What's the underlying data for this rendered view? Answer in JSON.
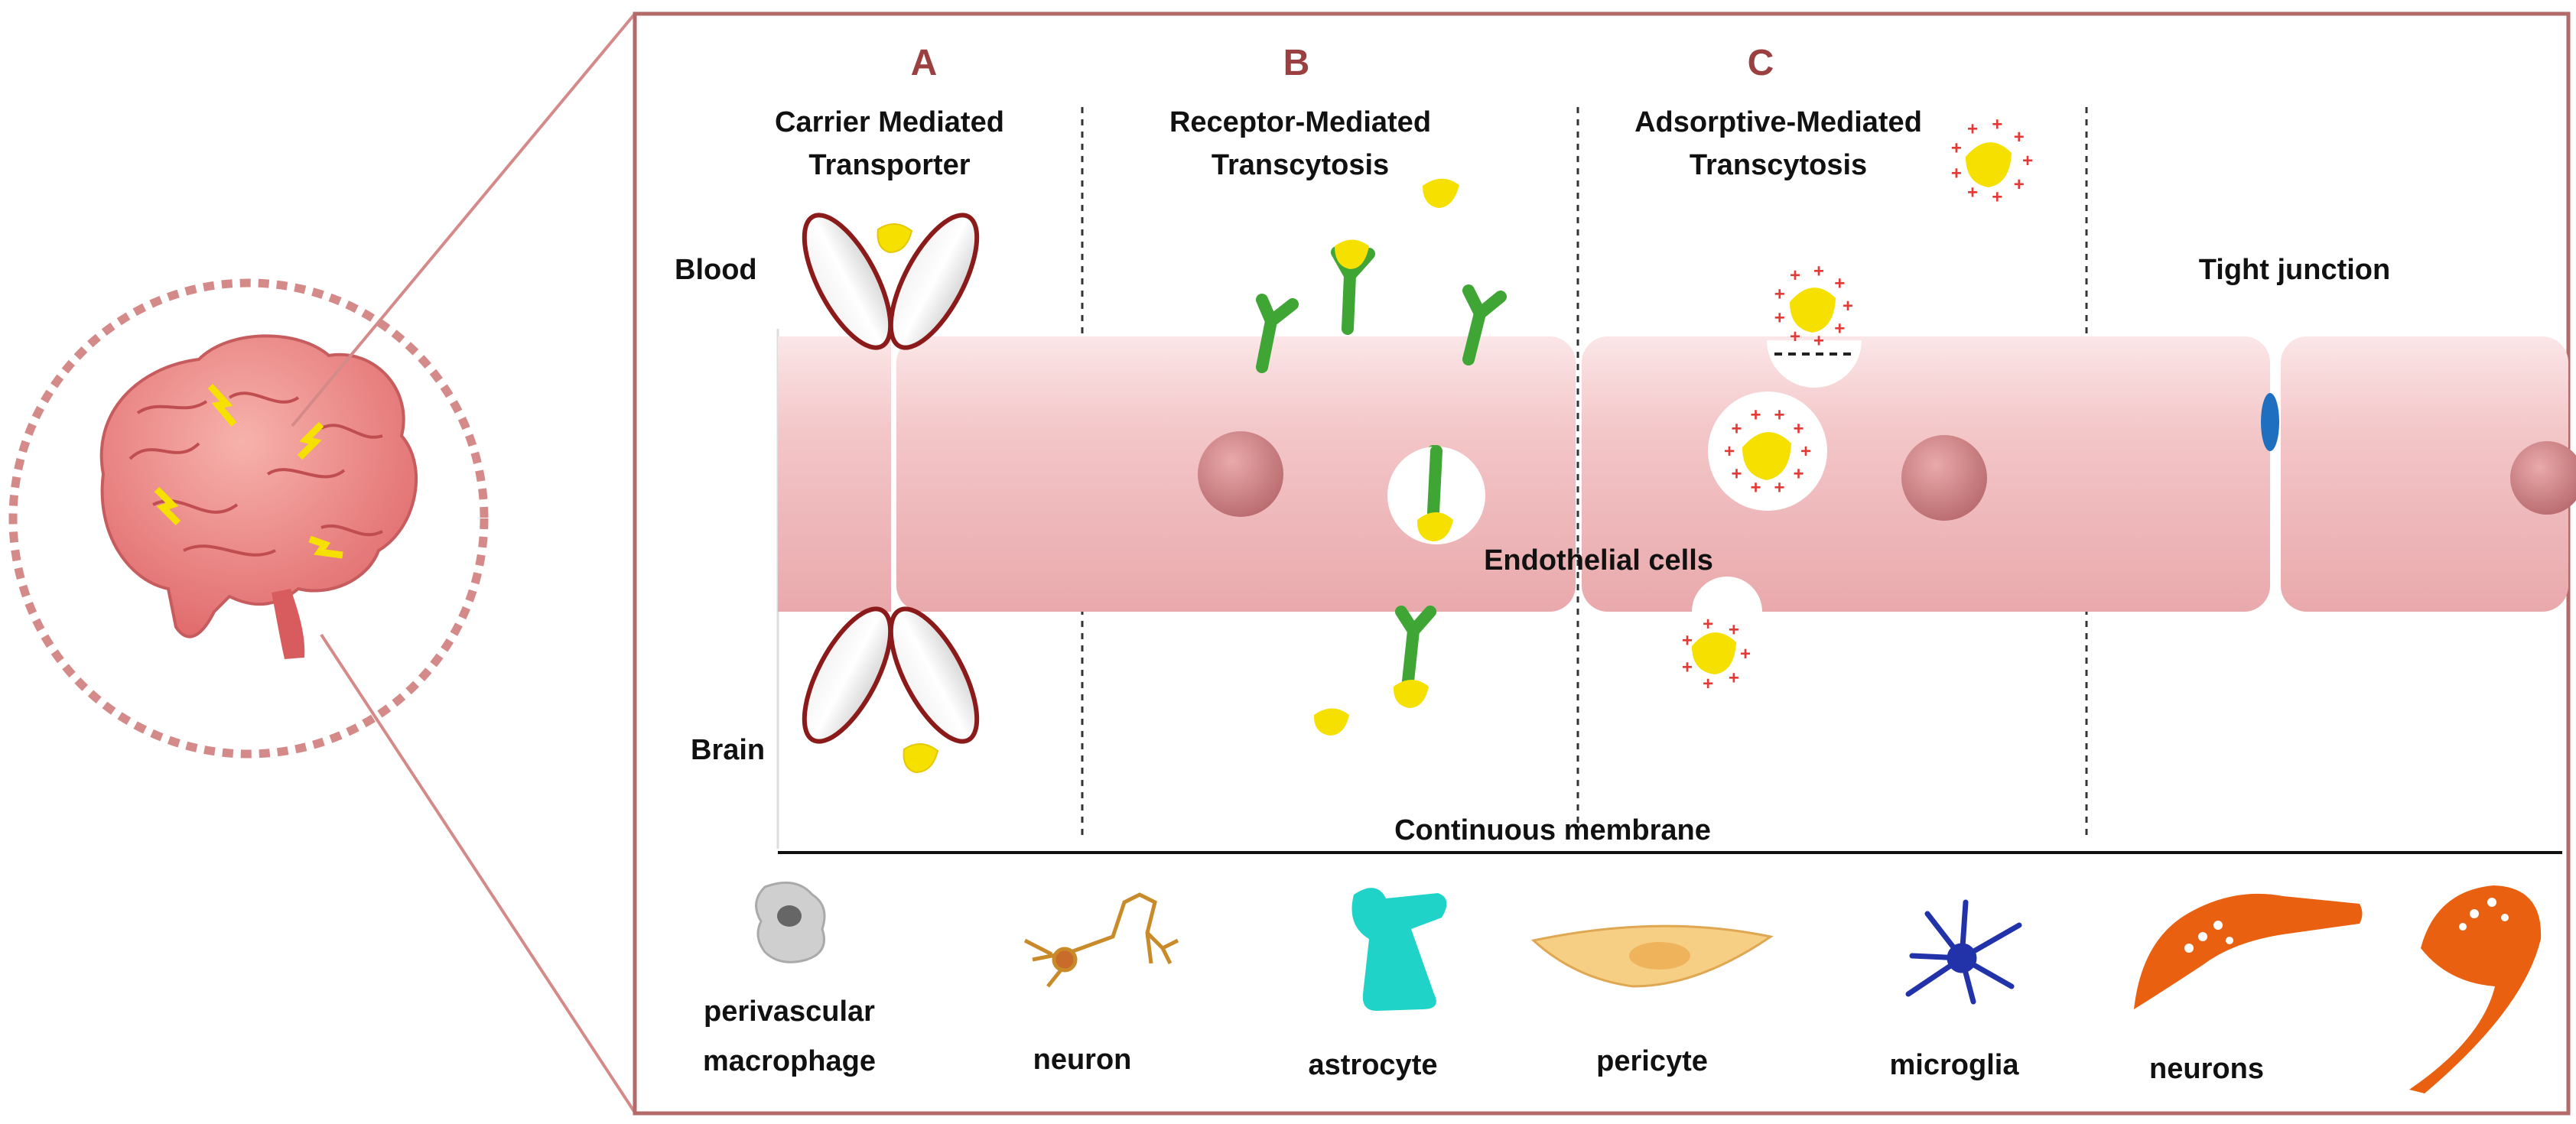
{
  "colors": {
    "frame": "#b56a6a",
    "section_letter": "#9b4040",
    "cell_fill": "#f2c4c6",
    "nucleus": "#c97c7e",
    "transporter_stroke": "#8b1a1a",
    "receptor": "#3fa535",
    "ligand": "#f5e000",
    "charge": "#e53935",
    "tight_junction": "#1e6fbf",
    "glia_cyan": "#1fd3c8",
    "microglia": "#2233aa",
    "pericyte": "#f6cf85",
    "neuron_orange": "#e86010"
  },
  "sections": [
    {
      "letter": "A",
      "title_line1": "Carrier Mediated",
      "title_line2": "Transporter"
    },
    {
      "letter": "B",
      "title_line1": "Receptor-Mediated",
      "title_line2": "Transcytosis"
    },
    {
      "letter": "C",
      "title_line1": "Adsorptive-Mediated",
      "title_line2": "Transcytosis"
    }
  ],
  "labels": {
    "blood": "Blood",
    "brain": "Brain",
    "endothelial": "Endothelial cells",
    "tight_junction": "Tight junction",
    "continuous_membrane": "Continuous membrane"
  },
  "cells": [
    {
      "label_line1": "perivascular",
      "label_line2": "macrophage",
      "icon": "macrophage-icon"
    },
    {
      "label_line1": "neuron",
      "label_line2": "",
      "icon": "neuron-icon"
    },
    {
      "label_line1": "astrocyte",
      "label_line2": "",
      "icon": "astrocyte-icon"
    },
    {
      "label_line1": "pericyte",
      "label_line2": "",
      "icon": "pericyte-icon"
    },
    {
      "label_line1": "microglia",
      "label_line2": "",
      "icon": "microglia-icon"
    },
    {
      "label_line1": "neurons",
      "label_line2": "",
      "icon": "neurons-icon"
    }
  ]
}
